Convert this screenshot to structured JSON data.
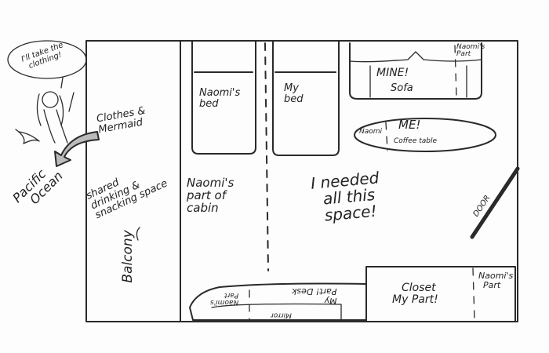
{
  "bubble": {
    "line1": "I'll take the",
    "line2": "clothing!"
  },
  "mermaid_label": {
    "line1": "Clothes &",
    "line2": "Mermaid"
  },
  "ocean": {
    "line1": "Pacific",
    "line2": "Ocean"
  },
  "balcony": {
    "shared1": "shared",
    "shared2": "drinking &",
    "shared3": "snacking space",
    "name": "Balcony"
  },
  "beds": {
    "naomi1": "Naomi's",
    "naomi2": "bed",
    "mine1": "My",
    "mine2": "bed"
  },
  "sofa": {
    "mine": "MINE!",
    "label": "Sofa",
    "naomi1": "Naomi's",
    "naomi2": "Part"
  },
  "coffee_table": {
    "naomi": "Naomi",
    "me": "ME!",
    "label": "Coffee table"
  },
  "cabin": {
    "naomi1": "Naomi's",
    "naomi2": "part of",
    "naomi3": "cabin",
    "mine1": "I needed",
    "mine2": "all this",
    "mine3": "space!"
  },
  "door": "DOOR",
  "desk": {
    "naomi1": "Naomi's",
    "naomi2": "Part",
    "mine1": "My",
    "mine2": "Part! Desk",
    "mirror": "Mirror"
  },
  "closet": {
    "line1": "Closet",
    "line2": "My Part!",
    "naomi1": "Naomi's",
    "naomi2": "Part"
  }
}
